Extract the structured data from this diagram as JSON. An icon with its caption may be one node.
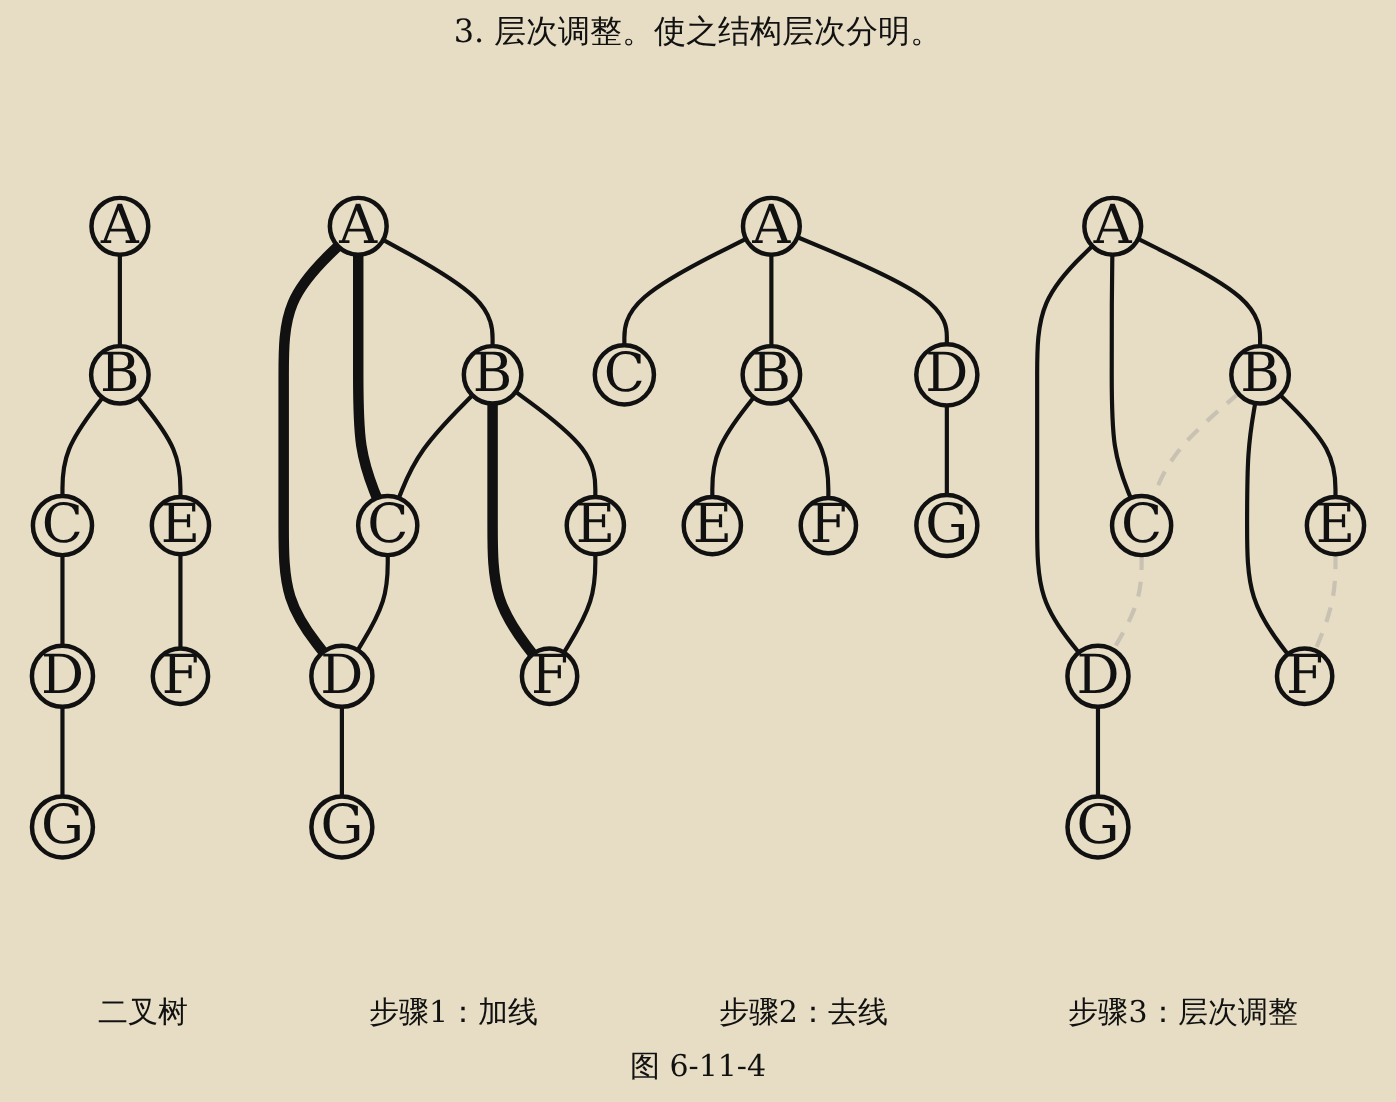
{
  "diagram": {
    "title": "3. 层次调整。使之结构层次分明。",
    "caption": "图 6-11-4",
    "nodes": [
      {
        "text": [
          "A"
        ]
      },
      {
        "text": [
          "B"
        ]
      },
      {
        "text": [
          "C"
        ]
      },
      {
        "text": [
          "D"
        ]
      },
      {
        "text": [
          "E"
        ]
      },
      {
        "text": [
          "F"
        ]
      },
      {
        "text": [
          "G"
        ]
      },
      {
        "text": [
          "A"
        ]
      },
      {
        "text": [
          "B"
        ]
      },
      {
        "text": [
          "C"
        ]
      },
      {
        "text": [
          "D"
        ]
      },
      {
        "text": [
          "E"
        ]
      },
      {
        "text": [
          "F"
        ]
      },
      {
        "text": [
          "G"
        ]
      },
      {
        "text": [
          "A"
        ]
      },
      {
        "text": [
          "B"
        ]
      },
      {
        "text": [
          "C"
        ]
      },
      {
        "text": [
          "D"
        ]
      },
      {
        "text": [
          "E"
        ]
      },
      {
        "text": [
          "F"
        ]
      },
      {
        "text": [
          "G"
        ]
      },
      {
        "text": [
          "A"
        ]
      },
      {
        "text": [
          "B"
        ]
      },
      {
        "text": [
          "C"
        ]
      },
      {
        "text": [
          "D"
        ]
      },
      {
        "text": [
          "E"
        ]
      },
      {
        "text": [
          "F"
        ]
      },
      {
        "text": [
          "G"
        ]
      }
    ],
    "edges": [
      {
        "from": 0,
        "to": 1,
        "arrow": "none"
      },
      {
        "from": 1,
        "to": 4,
        "arrow": "none"
      },
      {
        "from": 1,
        "to": 2,
        "arrow": "none"
      },
      {
        "from": 4,
        "to": 5,
        "arrow": "none"
      },
      {
        "from": 2,
        "to": 3,
        "arrow": "none"
      },
      {
        "from": 3,
        "to": 6,
        "arrow": "none"
      },
      {
        "from": 7,
        "to": 8,
        "arrow": "none"
      },
      {
        "from": 7,
        "to": 9,
        "arrow": "none",
        "style": "thick"
      },
      {
        "from": 7,
        "to": 10,
        "arrow": "none",
        "style": "thick"
      },
      {
        "from": 8,
        "to": 11,
        "arrow": "none"
      },
      {
        "from": 8,
        "to": 12,
        "arrow": "none",
        "style": "thick"
      },
      {
        "from": 8,
        "to": 9,
        "arrow": "none"
      },
      {
        "from": 11,
        "to": 12,
        "arrow": "none"
      },
      {
        "from": 9,
        "to": 10,
        "arrow": "none"
      },
      {
        "from": 10,
        "to": 13,
        "arrow": "none"
      },
      {
        "from": 14,
        "to": 15,
        "arrow": "none"
      },
      {
        "from": 14,
        "to": 16,
        "arrow": "none"
      },
      {
        "from": 14,
        "to": 17,
        "arrow": "none"
      },
      {
        "from": 15,
        "to": 18,
        "arrow": "none"
      },
      {
        "from": 15,
        "to": 19,
        "arrow": "none"
      },
      {
        "from": 15,
        "to": 16,
        "arrow": "none",
        "style": "dashed",
        "color": "#c9c2b2"
      },
      {
        "from": 18,
        "to": 19,
        "arrow": "none",
        "style": "dashed",
        "color": "#c9c2b2"
      },
      {
        "from": 16,
        "to": 17,
        "arrow": "none",
        "style": "dashed",
        "color": "#c9c2b2"
      },
      {
        "from": 17,
        "to": 20,
        "arrow": "none"
      },
      {
        "from": 21,
        "to": 22,
        "arrow": "none"
      },
      {
        "from": 21,
        "to": 23,
        "arrow": "none"
      },
      {
        "from": 21,
        "to": 24,
        "arrow": "none"
      },
      {
        "from": 22,
        "to": 25,
        "arrow": "none"
      },
      {
        "from": 22,
        "to": 26,
        "arrow": "none"
      },
      {
        "from": 24,
        "to": 27,
        "arrow": "none"
      }
    ],
    "labels": [
      "二叉树",
      "步骤1：加线",
      "步骤2：去线",
      "步骤3：层次调整"
    ]
  }
}
